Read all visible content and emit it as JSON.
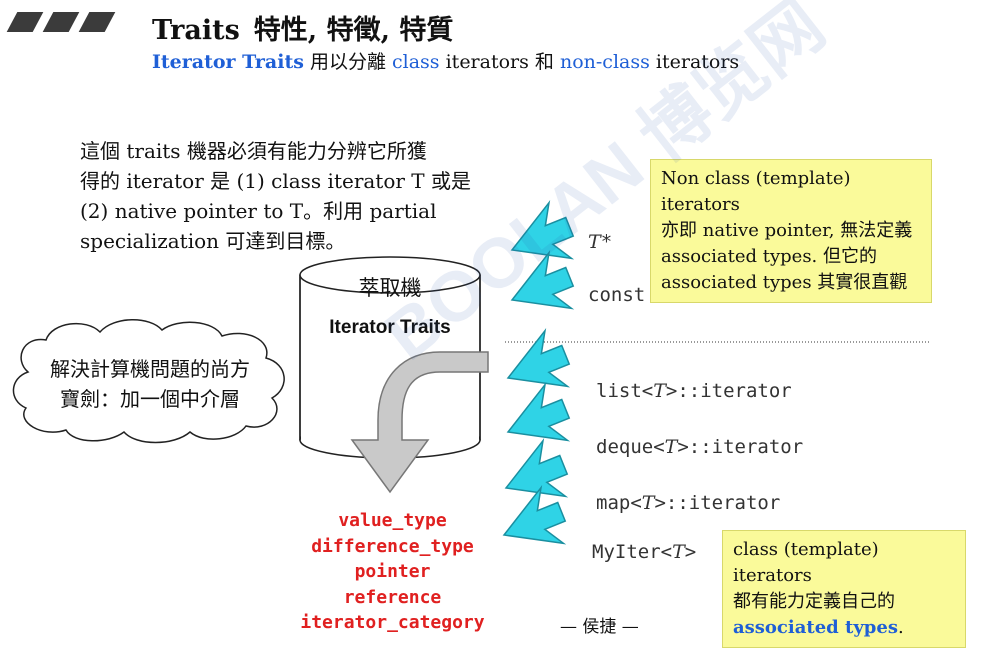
{
  "header": {
    "title_en": "Traits",
    "title_zh": "特性, 特徵, 特質",
    "subtitle": {
      "part1": "Iterator Traits",
      "part2": " 用以分離 ",
      "part3": "class",
      "part4": " iterators 和 ",
      "part5": "non-class",
      "part6": " iterators"
    }
  },
  "intro": {
    "line1": "這個 traits 機器必須有能力分辨它所獲",
    "line2": "得的 iterator 是 (1) class iterator T 或是",
    "line3": "(2) native pointer to T。利用 partial",
    "line4": "specialization 可達到目標。"
  },
  "cloud": {
    "line1": "解決計算機問題的尚方",
    "line2": "寶劍：加一個中介層"
  },
  "cylinder": {
    "label": "萃取機",
    "title": "Iterator Traits"
  },
  "outputs": [
    "value_type",
    "difference_type",
    "pointer",
    "reference",
    "iterator_category"
  ],
  "pointer_inputs": [
    {
      "prefix": "",
      "T": "T",
      "suffix": "*"
    },
    {
      "prefix": "const ",
      "T": "T",
      "suffix": "*"
    }
  ],
  "class_inputs": [
    {
      "prefix": "list<",
      "T": "T",
      "suffix": ">::iterator"
    },
    {
      "prefix": "deque<",
      "T": "T",
      "suffix": ">::iterator"
    },
    {
      "prefix": "map<",
      "T": "T",
      "suffix": ">::iterator"
    },
    {
      "prefix": "MyIter<",
      "T": "T",
      "suffix": ">"
    }
  ],
  "note_top": {
    "line1": "Non class (template) iterators",
    "line2": "亦即 native pointer, 無法定義",
    "line3": "associated types. 但它的",
    "line4": "associated types 其實很直觀"
  },
  "note_bottom": {
    "line1": "class (template) iterators",
    "line2": "都有能力定義自己的",
    "line3": "associated types",
    "line4": "."
  },
  "author": "— 侯捷 —",
  "watermark": "BOOLAN 博览网",
  "colors": {
    "arrow_cyan": "#2fd3e6",
    "note_bg": "#fafa9a",
    "output_red": "#e02020",
    "accent_blue": "#1f5fd6"
  }
}
